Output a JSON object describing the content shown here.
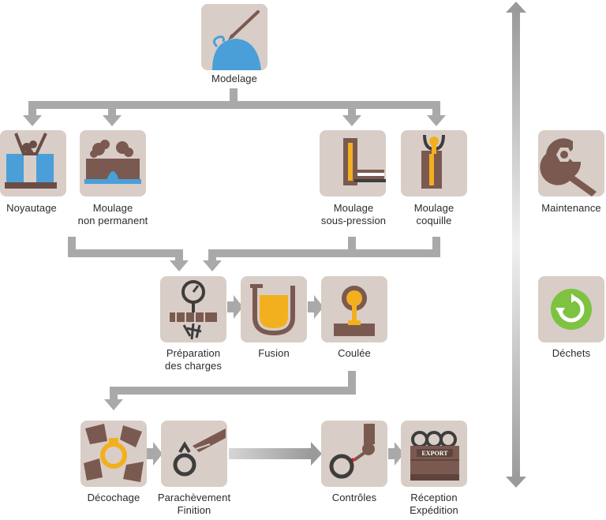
{
  "steps": {
    "modelage": {
      "line1": "Modelage"
    },
    "noyautage": {
      "line1": "Noyautage"
    },
    "moulage_np": {
      "line1": "Moulage",
      "line2": "non permanent"
    },
    "moulage_sp": {
      "line1": "Moulage",
      "line2": "sous-pression"
    },
    "moulage_coquille": {
      "line1": "Moulage",
      "line2": "coquille"
    },
    "maintenance": {
      "line1": "Maintenance"
    },
    "preparation": {
      "line1": "Préparation",
      "line2": "des charges"
    },
    "fusion": {
      "line1": "Fusion"
    },
    "coulee": {
      "line1": "Coulée"
    },
    "dechets": {
      "line1": "Déchets"
    },
    "decochage": {
      "line1": "Décochage"
    },
    "parachevement": {
      "line1": "Parachèvement",
      "line2": "Finition"
    },
    "controles": {
      "line1": "Contrôles"
    },
    "reception": {
      "line1": "Réception",
      "line2": "Expédition"
    }
  },
  "crate_text": "EXPORT",
  "colors": {
    "tile_bg": "#d9cdc7",
    "arrow": "#a9a9a9",
    "brown": "#7a5a50",
    "blue": "#4a9fd8",
    "yellow": "#f2b01e",
    "green": "#7ec242",
    "outline": "#3d3d3d"
  },
  "icons": [
    "pen-icon",
    "core-mold-icon",
    "sand-mold-icon",
    "die-cast-icon",
    "ladle-mold-icon",
    "wrench-nut-icon",
    "scale-icon",
    "crucible-icon",
    "pouring-icon",
    "recycle-icon",
    "shakeout-icon",
    "grinder-icon",
    "inspection-icon",
    "export-crate-icon"
  ]
}
